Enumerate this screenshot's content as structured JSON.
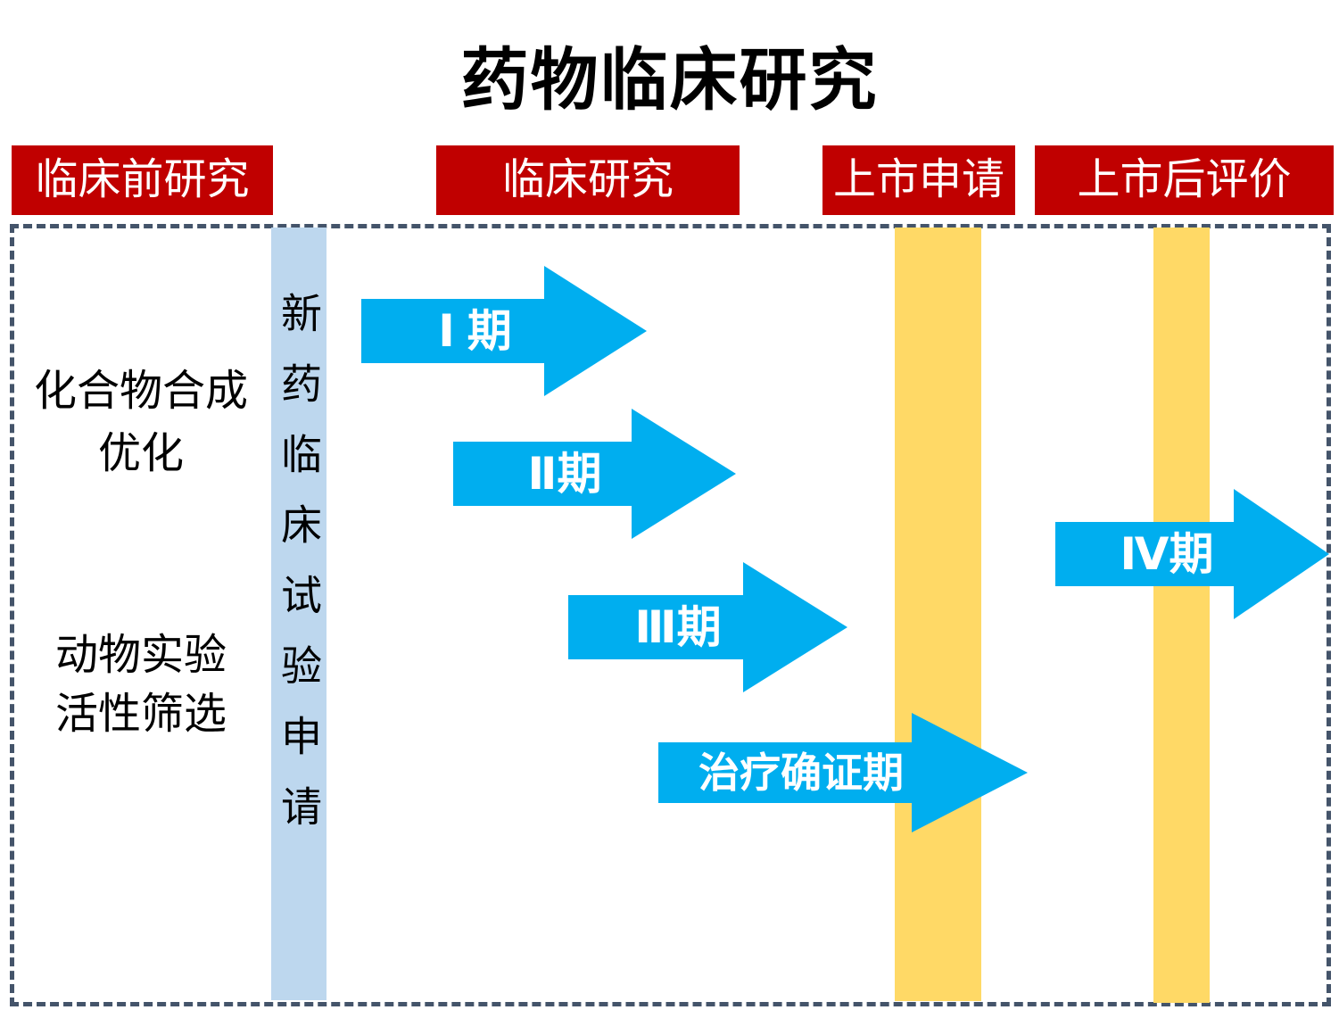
{
  "title": "药物临床研究",
  "colors": {
    "red": "#C00000",
    "arrow_blue": "#00AEEF",
    "bar_yellow": "#FFD966",
    "bar_lightblue": "#BDD7EE",
    "border_slate": "#44546A"
  },
  "stage_headers": [
    {
      "label": "临床前研究"
    },
    {
      "label": "临床研究"
    },
    {
      "label": "上市申请"
    },
    {
      "label": "上市后评价"
    }
  ],
  "preclinical_labels": {
    "compound_line1": "化合物合成",
    "compound_line2": "优化",
    "animal_line1": "动物实验",
    "animal_line2": "活性筛选"
  },
  "ind_bar": {
    "vertical_text": "新药临床试验申请"
  },
  "arrows": [
    {
      "label": "Ⅰ 期"
    },
    {
      "label": "Ⅱ期"
    },
    {
      "label": "Ⅲ期"
    },
    {
      "label": "治疗确证期"
    },
    {
      "label": "Ⅳ期"
    }
  ]
}
